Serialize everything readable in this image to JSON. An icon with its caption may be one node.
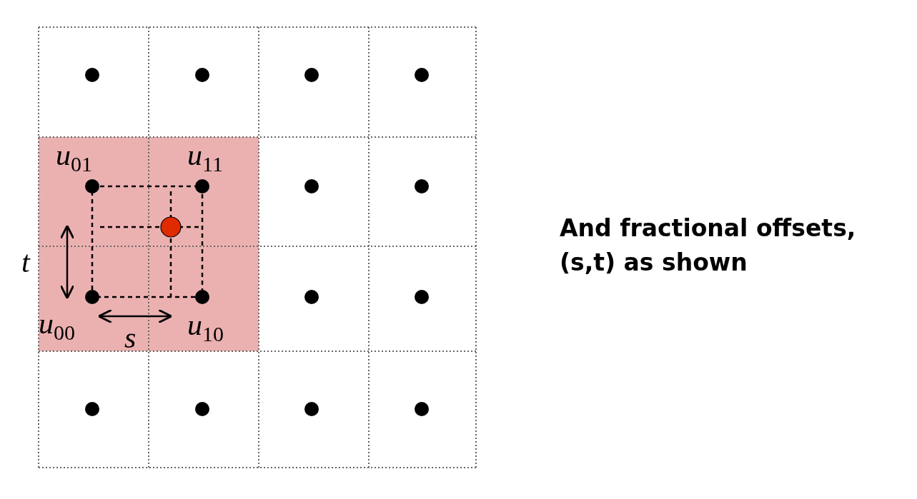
{
  "diagram": {
    "labels": [
      "*u*$_{01}$",
      "*u*$_{11}$",
      "*t*",
      "*u*$_{00}$",
      "*s*",
      "*u*$_{10}$",
      "And fractional offsets, (s,t) as shown"
    ]
  }
}
